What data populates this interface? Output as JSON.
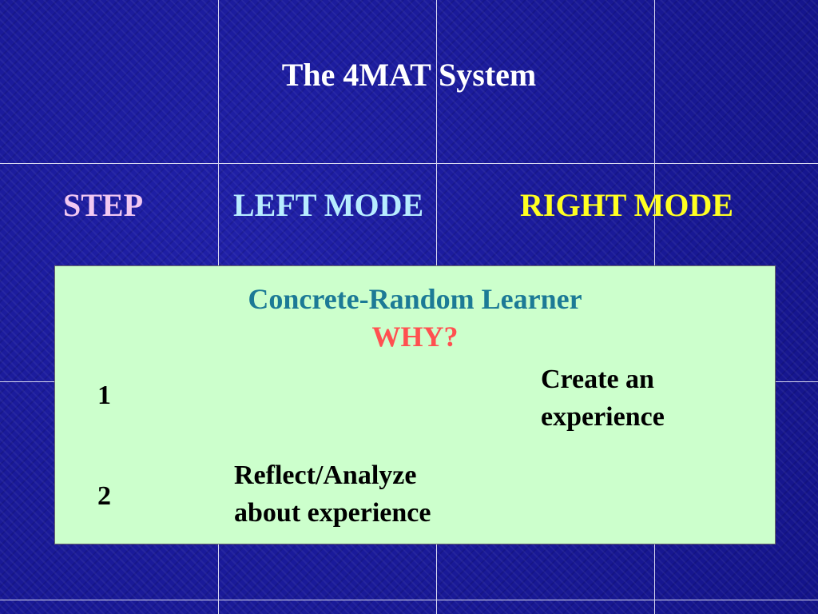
{
  "slide": {
    "title": "The 4MAT System"
  },
  "columns": {
    "step": "STEP",
    "left_mode": "LEFT MODE",
    "right_mode": "RIGHT MODE"
  },
  "panel": {
    "learner_type": "Concrete-Random Learner",
    "question": "WHY?",
    "rows": [
      {
        "step": "1",
        "left_mode": [],
        "right_mode": [
          "Create an",
          "experience"
        ]
      },
      {
        "step": "2",
        "left_mode": [
          "Reflect/Analyze",
          "about experience"
        ],
        "right_mode": []
      }
    ]
  },
  "colors": {
    "background": "#1a1a96",
    "grid": "#d8d8f0",
    "panel": "#ccffcc",
    "step_heading": "#f2c8f2",
    "left_heading": "#b8ecff",
    "right_heading": "#ffff22",
    "learner": "#1c7a96",
    "question": "#ff5050"
  }
}
